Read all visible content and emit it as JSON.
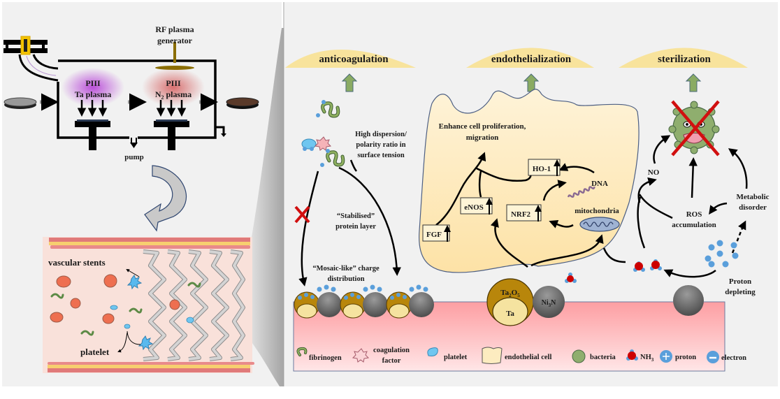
{
  "left_panel": {
    "rf_generator": [
      "RF plasma",
      "generator"
    ],
    "chamber_1": [
      "PIII",
      "Ta plasma"
    ],
    "chamber_2_line1": "PIII",
    "chamber_2_n": "N",
    "chamber_2_sub": "2",
    "chamber_2_rest": " plasma",
    "pump": "pump",
    "vascular_stents": "vascular stents",
    "platelet": "platelet"
  },
  "outcomes": {
    "anticoagulation": "anticoagulation",
    "endothelialization": "endothelialization",
    "sterilization": "sterilization"
  },
  "anticoagulation_section": {
    "surface_tension": [
      "High dispersion/",
      "polarity ratio in",
      "surface tension"
    ],
    "stabilised": [
      "“Stabilised”",
      "protein layer"
    ],
    "mosaic": [
      "“Mosaic-like” charge",
      "distribution"
    ]
  },
  "endothelial_section": {
    "enhance": [
      "Enhance cell proliferation,",
      "migration"
    ],
    "genes": {
      "fgf": "FGF",
      "enos": "eNOS",
      "nrf2": "NRF2",
      "ho1": "HO-1"
    },
    "dna": "DNA",
    "mitochondria": "mitochondria"
  },
  "substrate": {
    "ta2o5": {
      "base": "Ta",
      "sub1": "2",
      "mid": "O",
      "sub2": "5"
    },
    "ta": "Ta",
    "ni3n": {
      "base": "Ni",
      "sub": "3",
      "rest": "N"
    }
  },
  "sterilization_section": {
    "no": "NO",
    "ros": [
      "ROS",
      "accumulation"
    ],
    "metabolic": [
      "Metabolic",
      "disorder"
    ],
    "proton_depleting": [
      "Proton",
      "depleting"
    ]
  },
  "legend": {
    "fibrinogen": "fibrinogen",
    "coagulation_factor": [
      "coagulation",
      "factor"
    ],
    "platelet": "platelet",
    "endothelial_cell": "endothelial cell",
    "bacteria": "bacteria",
    "nh3_base": "NH",
    "nh3_sub": "3",
    "proton": "proton",
    "electron": "electron"
  },
  "colors": {
    "panel_bg": "#f1f1f1",
    "outcome_cap": "#f8e39c",
    "up_arrow": "#8aab63",
    "cell": "#fdecc0",
    "substrate_top": "#fda5a8",
    "substrate_bottom": "#ffe2e3",
    "ta_oxide": "#b8860b",
    "ta_core": "#f5e3a0",
    "ni3n": "#6e6e6e",
    "proton": "#5a9fdb",
    "nh3_n": "#cc0000",
    "red_x": "#d10f0f",
    "stent_bg": "#f9e1da"
  }
}
